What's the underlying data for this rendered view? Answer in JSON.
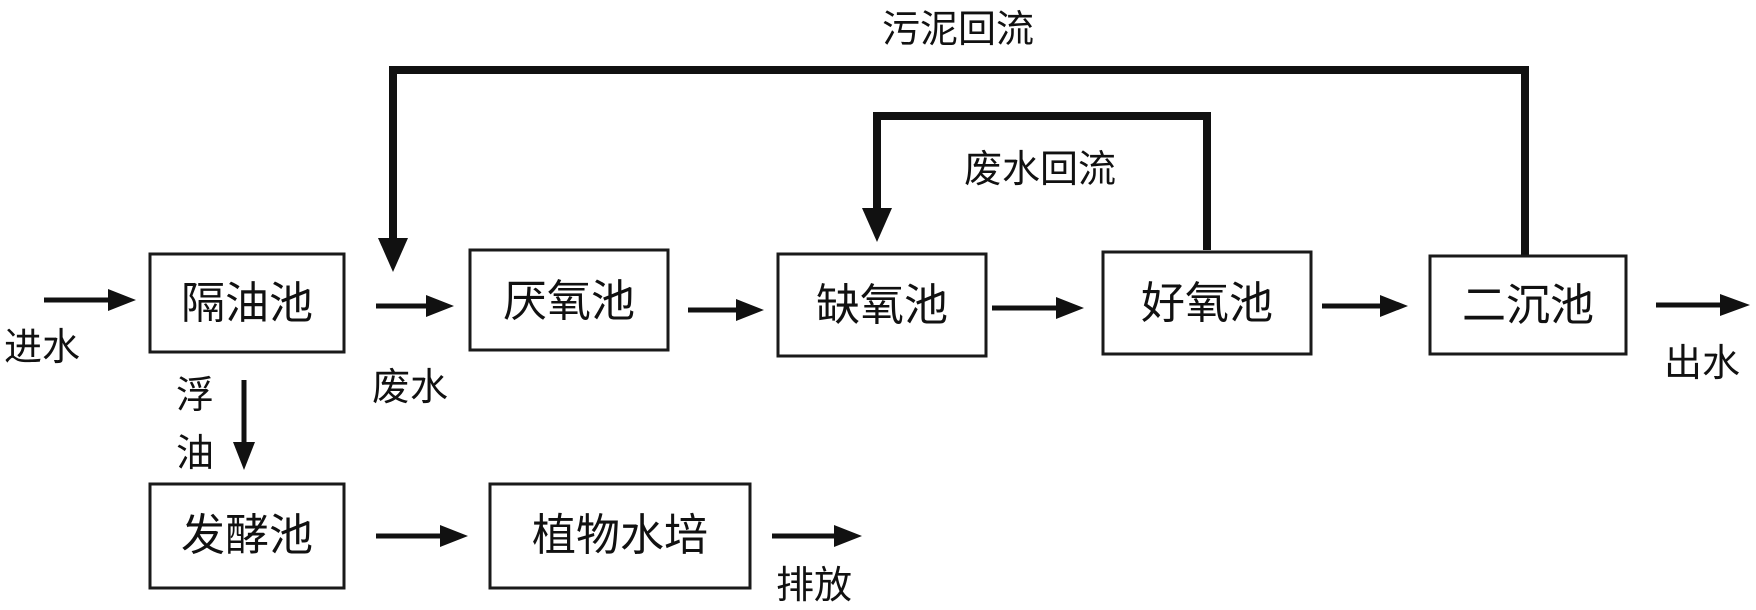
{
  "nodes": {
    "oil_separation_tank": "隔油池",
    "anaerobic_tank": "厌氧池",
    "anoxic_tank": "缺氧池",
    "aerobic_tank": "好氧池",
    "secondary_sedimentation_tank": "二沉池",
    "fermentation_tank": "发酵池",
    "plant_hydroponics": "植物水培"
  },
  "labels": {
    "water_inlet": "进水",
    "water_outlet": "出水",
    "wastewater": "废水",
    "floating_oil_top": "浮",
    "floating_oil_bottom": "油",
    "discharge": "排放",
    "sludge_return": "污泥回流",
    "wastewater_return": "废水回流"
  },
  "colors": {
    "line": "#111111",
    "box_border": "#1a1a1a",
    "background": "#ffffff"
  }
}
